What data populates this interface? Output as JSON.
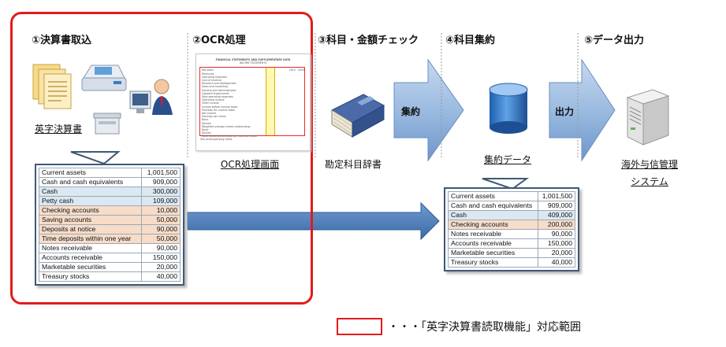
{
  "steps": [
    {
      "title": "①決算書取込",
      "caption": "英字決算書"
    },
    {
      "title": "②OCR処理",
      "caption": "OCR処理画面"
    },
    {
      "title": "③科目・金額チェック",
      "caption": "勘定科目辞書"
    },
    {
      "title": "④科目集約",
      "caption": "集約データ"
    },
    {
      "title": "⑤データ出力",
      "caption_lines": [
        "海外与信管理",
        "システム"
      ]
    }
  ],
  "arrows": {
    "aggregate": "集約",
    "output": "出力"
  },
  "ocr_doc": {
    "title": "FINANCIAL STATEMENTS AND SUPPLEMENTARY DATA",
    "subtitle": "INCOME STATEMENTS",
    "lines": [
      "Net sales",
      "Revenues",
      "Operating expenses",
      "Cost of revenue",
      "Research and development",
      "Sales and marketing",
      "General and administrative",
      "Goodwill impairments",
      "Total operating expenses",
      "Operating income",
      "Other income",
      "Income before income taxes",
      "Provision for income taxes",
      "Net income",
      "Earnings per share:",
      "Basic",
      "Diluted",
      "Weighted average shares outstanding:",
      "Basic",
      "Diluted",
      "Cash dividends declared per common share"
    ],
    "footer": "See accompanying notes."
  },
  "source_table": [
    {
      "label": "Current assets",
      "value": "1,001,500",
      "hl": ""
    },
    {
      "label": "Cash and cash equivalents",
      "value": "909,000",
      "hl": ""
    },
    {
      "label": "Cash",
      "value": "300,000",
      "hl": "cash"
    },
    {
      "label": "Petty cash",
      "value": "109,000",
      "hl": "cash"
    },
    {
      "label": "Checking accounts",
      "value": "10,000",
      "hl": "dep"
    },
    {
      "label": "Saving accounts",
      "value": "50,000",
      "hl": "dep"
    },
    {
      "label": "Deposits at notice",
      "value": "90,000",
      "hl": "dep"
    },
    {
      "label": "Time deposits within one year",
      "value": "50,000",
      "hl": "dep"
    },
    {
      "label": "Notes receivable",
      "value": "90,000",
      "hl": ""
    },
    {
      "label": "Accounts receivable",
      "value": "150,000",
      "hl": ""
    },
    {
      "label": "Marketable securities",
      "value": "20,000",
      "hl": ""
    },
    {
      "label": "Treasury stocks",
      "value": "40,000",
      "hl": ""
    }
  ],
  "aggregated_table": [
    {
      "label": "Current assets",
      "value": "1,001,500",
      "hl": ""
    },
    {
      "label": "Cash and cash equivalents",
      "value": "909,000",
      "hl": ""
    },
    {
      "label": "Cash",
      "value": "409,000",
      "hl": "cash"
    },
    {
      "label": "Checking accounts",
      "value": "200,000",
      "hl": "dep"
    },
    {
      "label": "Notes receivable",
      "value": "90,000",
      "hl": ""
    },
    {
      "label": "Accounts receivable",
      "value": "150,000",
      "hl": ""
    },
    {
      "label": "Marketable securities",
      "value": "20,000",
      "hl": ""
    },
    {
      "label": "Treasury stocks",
      "value": "40,000",
      "hl": ""
    }
  ],
  "legend": {
    "text": "・・・「英字決算書読取機能」対応範囲",
    "color": "#e21b1b"
  },
  "colors": {
    "arrow_fill": "#9bbbe0",
    "arrow_stroke": "#6b8fbf",
    "flow_arrow": "#4a7dbb",
    "table_border": "#3f5876"
  }
}
